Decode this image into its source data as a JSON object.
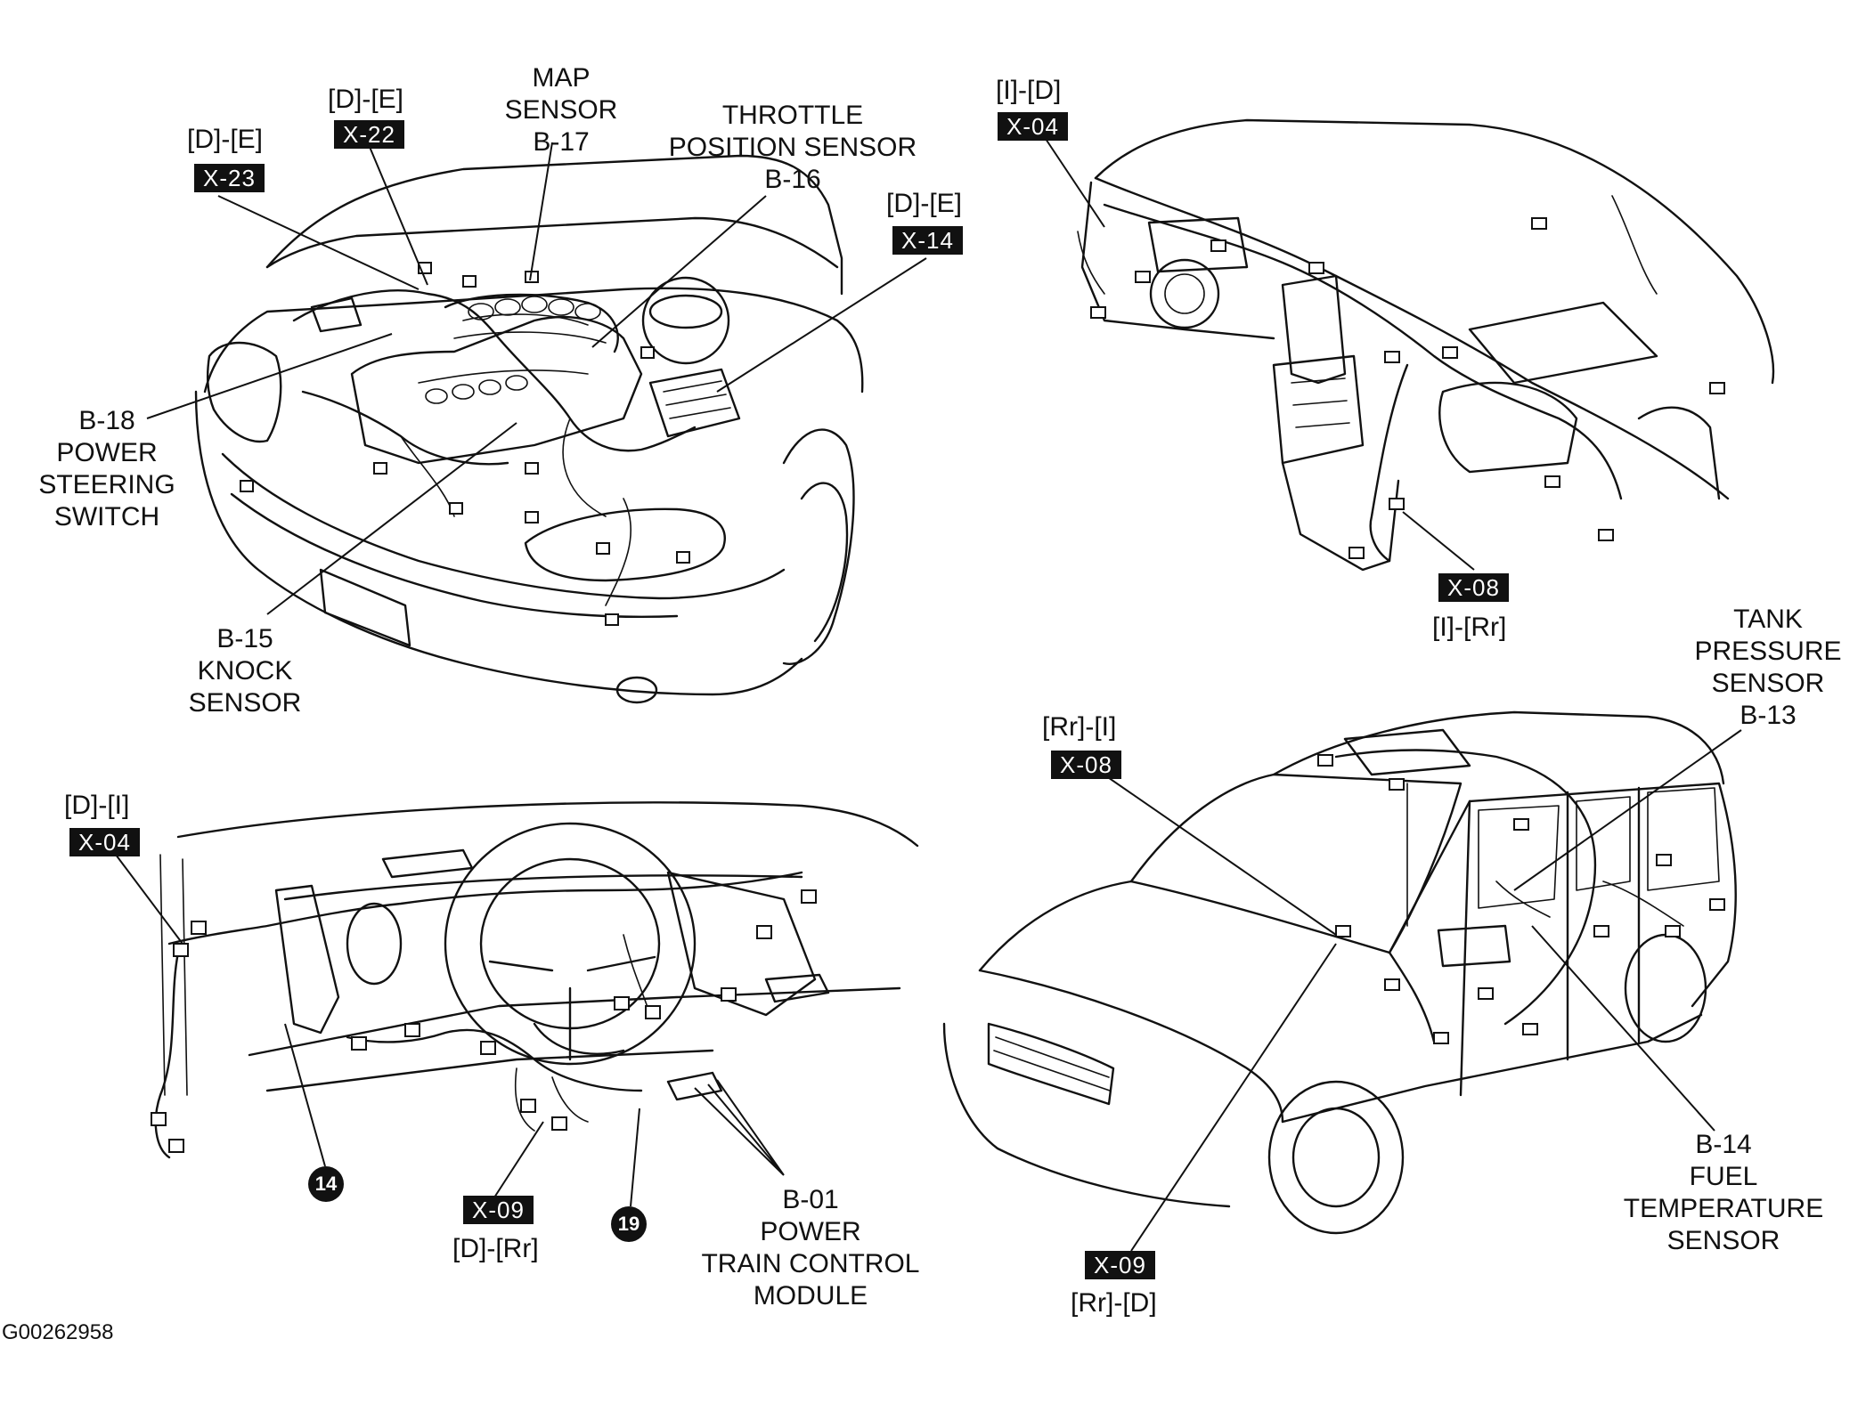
{
  "figure_id": "G00262958",
  "engine_bay": {
    "map_sensor": [
      "MAP",
      "SENSOR",
      "B-17"
    ],
    "throttle_sensor": [
      "THROTTLE",
      "POSITION SENSOR",
      "B-16"
    ],
    "power_steering": [
      "B-18",
      "POWER",
      "STEERING",
      "SWITCH"
    ],
    "knock_sensor": [
      "B-15",
      "KNOCK",
      "SENSOR"
    ],
    "conn_x23": {
      "ref": "[D]-[E]",
      "code": "X-23"
    },
    "conn_x22": {
      "ref": "[D]-[E]",
      "code": "X-22"
    },
    "conn_x14": {
      "ref": "[D]-[E]",
      "code": "X-14"
    }
  },
  "instrument_panel": {
    "conn_x04": {
      "ref": "[I]-[D]",
      "code": "X-04"
    },
    "conn_x08": {
      "code": "X-08",
      "ref": "[I]-[Rr]"
    }
  },
  "driver_area": {
    "conn_x04": {
      "ref": "[D]-[I]",
      "code": "X-04"
    },
    "conn_x09": {
      "code": "X-09",
      "ref": "[D]-[Rr]"
    },
    "ground_14": "14",
    "ground_19": "19",
    "pcm": [
      "B-01",
      "POWER",
      "TRAIN CONTROL",
      "MODULE"
    ]
  },
  "vehicle_body": {
    "conn_x08": {
      "ref": "[Rr]-[I]",
      "code": "X-08"
    },
    "conn_x09": {
      "code": "X-09",
      "ref": "[Rr]-[D]"
    },
    "tank_pressure": [
      "TANK",
      "PRESSURE",
      "SENSOR",
      "B-13"
    ],
    "fuel_temp": [
      "B-14",
      "FUEL",
      "TEMPERATURE",
      "SENSOR"
    ]
  }
}
